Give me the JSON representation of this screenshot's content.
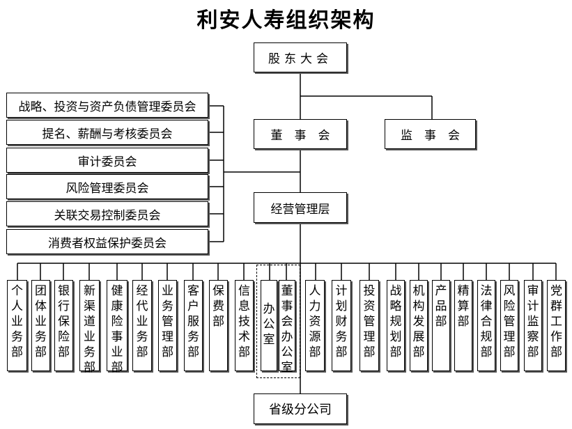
{
  "title": "利安人寿组织架构",
  "top": {
    "shareholders": "股东大会",
    "board": "董　事　会",
    "supervisors": "监　事　会",
    "management": "经营管理层",
    "provincial": "省级分公司"
  },
  "committees": [
    "战略、投资与资产负债管理委员会",
    "提名、薪酬与考核委员会",
    "审计委员会",
    "风险管理委员会",
    "关联交易控制委员会",
    "消费者权益保护委员会"
  ],
  "departments": [
    "个人业务部",
    "团体业务部",
    "银行保险部",
    "新渠道业务部",
    "健康险事业部",
    "经代业务部",
    "业务管理部",
    "客户服务部",
    "保费部",
    "信息技术部",
    "办公室",
    "董事会办公室",
    "人力资源部",
    "计划财务部",
    "投资管理部",
    "战略规划部",
    "机构发展部",
    "产品部",
    "精算部",
    "法律合规部",
    "风险管理部",
    "审计监察部",
    "党群工作部"
  ]
}
